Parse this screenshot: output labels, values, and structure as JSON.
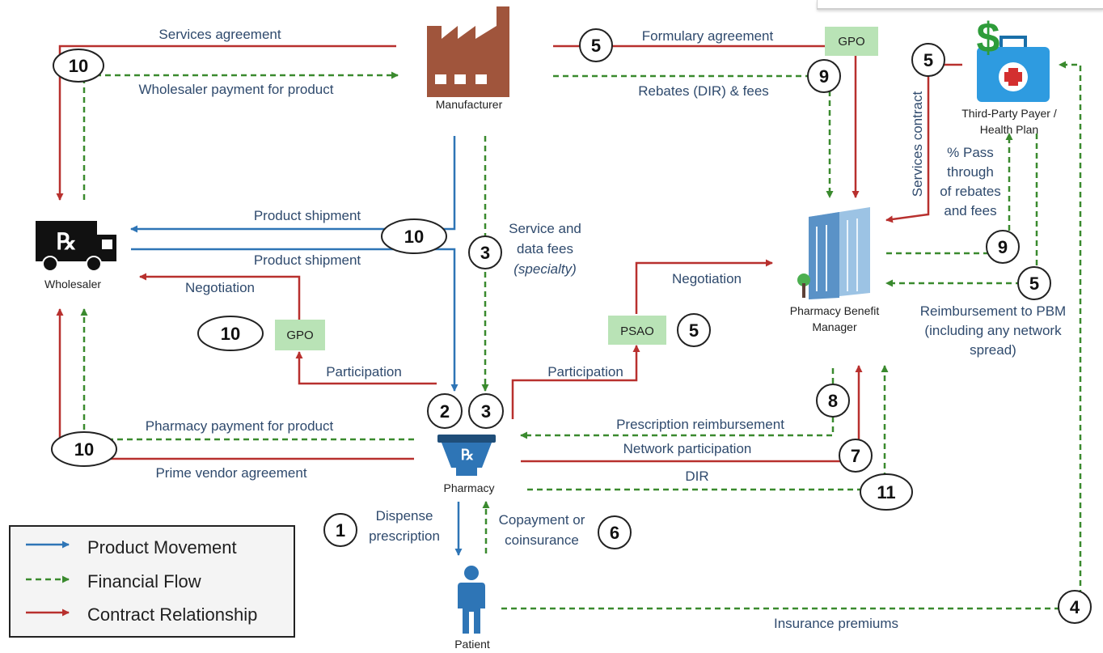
{
  "nodes": {
    "manufacturer": "Manufacturer",
    "wholesaler": "Wholesaler",
    "pharmacy": "Pharmacy",
    "patient": "Patient",
    "pbm": [
      "Pharmacy Benefit",
      "Manager"
    ],
    "payer": [
      "Third-Party Payer /",
      "Health Plan"
    ],
    "gpo_top": "GPO",
    "gpo_mid": "GPO",
    "psao": "PSAO"
  },
  "labels": {
    "services_agreement": "Services agreement",
    "wholesaler_payment": "Wholesaler payment for product",
    "formulary_agreement": "Formulary agreement",
    "rebates": "Rebates (DIR) & fees",
    "product_shipment_1": "Product shipment",
    "product_shipment_2": "Product shipment",
    "negotiation_left": "Negotiation",
    "negotiation_right": "Negotiation",
    "service_fees": [
      "Service and",
      "data fees"
    ],
    "specialty": "(specialty)",
    "participation_left": "Participation",
    "participation_right": "Participation",
    "pharmacy_payment": "Pharmacy payment for product",
    "prime_vendor": "Prime vendor agreement",
    "services_contract": "Services contract",
    "pass_through": [
      "% Pass",
      "through",
      "of rebates",
      "and fees"
    ],
    "reimbursement_pbm": [
      "Reimbursement to PBM",
      "(including any network",
      "spread)"
    ],
    "prescription_reimbursement": "Prescription reimbursement",
    "network_participation": "Network participation",
    "dir": "DIR",
    "dispense": [
      "Dispense",
      "prescription"
    ],
    "copayment": [
      "Copayment or",
      "coinsurance"
    ],
    "insurance_premiums": "Insurance premiums"
  },
  "steps": {
    "s10a": "10",
    "s10b": "10",
    "s10c": "10",
    "s10d": "10",
    "s5a": "5",
    "s5b": "5",
    "s5c": "5",
    "s5d": "5",
    "s9a": "9",
    "s9b": "9",
    "s3a": "3",
    "s3b": "3",
    "s2": "2",
    "s1": "1",
    "s6": "6",
    "s7": "7",
    "s8": "8",
    "s11": "11",
    "s4": "4"
  },
  "legend": {
    "product": "Product Movement",
    "financial": "Financial Flow",
    "contract": "Contract Relationship"
  },
  "colors": {
    "product": "#2e75b6",
    "financial": "#3a8a2e",
    "contract": "#b8302e",
    "text": "#2f4a6d",
    "gpo_fill": "#b9e3b6",
    "factory": "#a0553c"
  }
}
